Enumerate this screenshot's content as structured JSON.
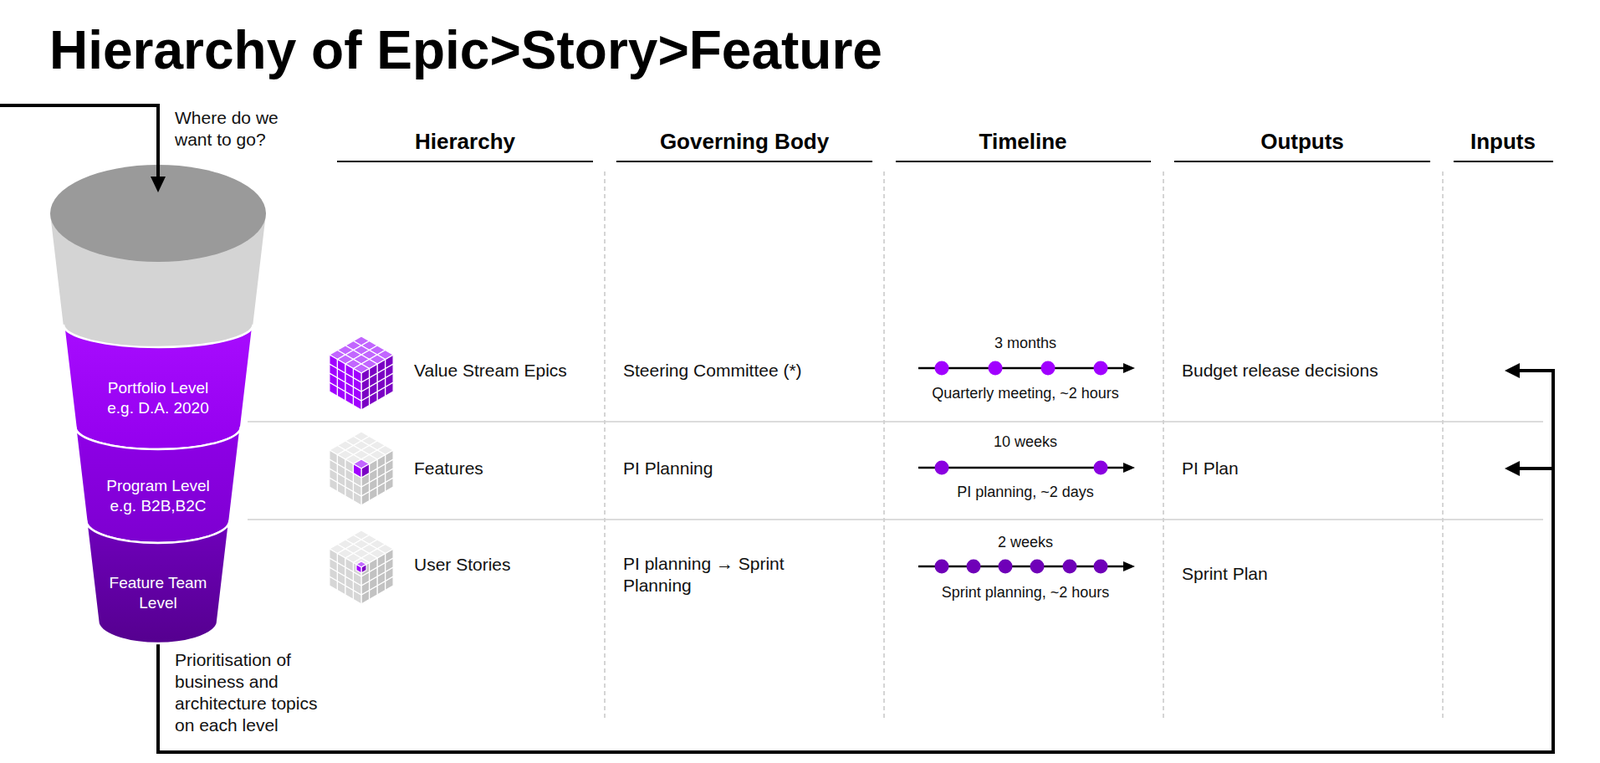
{
  "diagram": {
    "title": "Hierarchy of Epic>Story>Feature",
    "nodes": [
      {
        "text": [
          "Portfolio Level e.g. D.A. 2020"
        ]
      },
      {
        "text": [
          "Program Level e.g. B2B,B2C"
        ]
      },
      {
        "text": [
          "Feature Team Level"
        ]
      }
    ],
    "labels": [
      "Where do we want to go?",
      "Hierarchy",
      "Governing Body",
      "Timeline",
      "Outputs",
      "Inputs",
      "Value Stream Epics",
      "Steering Committee (*)",
      "3 months",
      "Quarterly meeting, ~2 hours",
      "Budget release decisions",
      "Features",
      "PI Planning",
      "10 weeks",
      "PI planning, ~2 days",
      "PI Plan",
      "User Stories",
      "PI planning → Sprint Planning",
      "2 weeks",
      "Sprint planning, ~2 hours",
      "Sprint Plan",
      "Prioritisation of business and architecture topics on each level"
    ]
  }
}
